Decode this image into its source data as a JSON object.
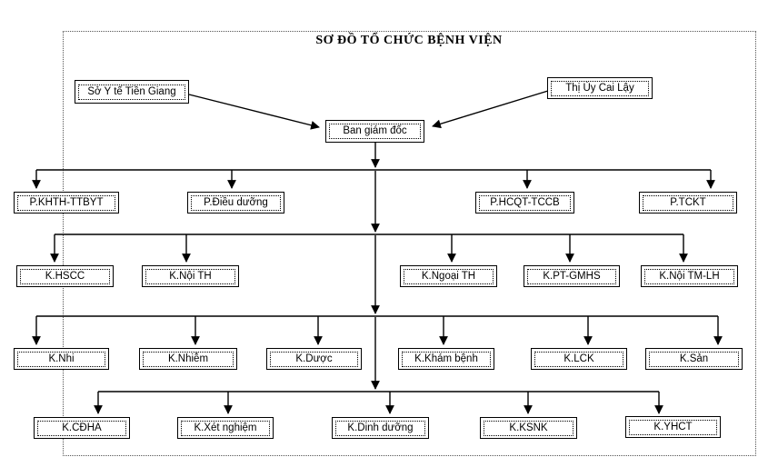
{
  "title": "SƠ ĐỒ TỔ CHỨC BỆNH VIỆN",
  "nodes": {
    "parent_left": "Sở Y tế Tiền Giang",
    "parent_right": "Thị Ủy Cai Lậy",
    "director_board": "Ban giám đốc",
    "level1": [
      "P.KHTH-TTBYT",
      "P.Điều dưỡng",
      "P.HCQT-TCCB",
      "P.TCKT"
    ],
    "level2": [
      "K.HSCC",
      "K.Nội TH",
      "K.Ngoại TH",
      "K.PT-GMHS",
      "K.Nội TM-LH"
    ],
    "level3": [
      "K.Nhi",
      "K.Nhiễm",
      "K.Dược",
      "K.Khám bệnh",
      "K.LCK",
      "K.Sản"
    ],
    "level4": [
      "K.CĐHA",
      "K.Xét nghiệm",
      "K.Dinh dưỡng",
      "K.KSNK",
      "K.YHCT"
    ]
  },
  "colors": {
    "line": "#000000",
    "box_border": "#000000",
    "page_border_dotted": "#555555",
    "background": "#ffffff",
    "text": "#000000"
  }
}
